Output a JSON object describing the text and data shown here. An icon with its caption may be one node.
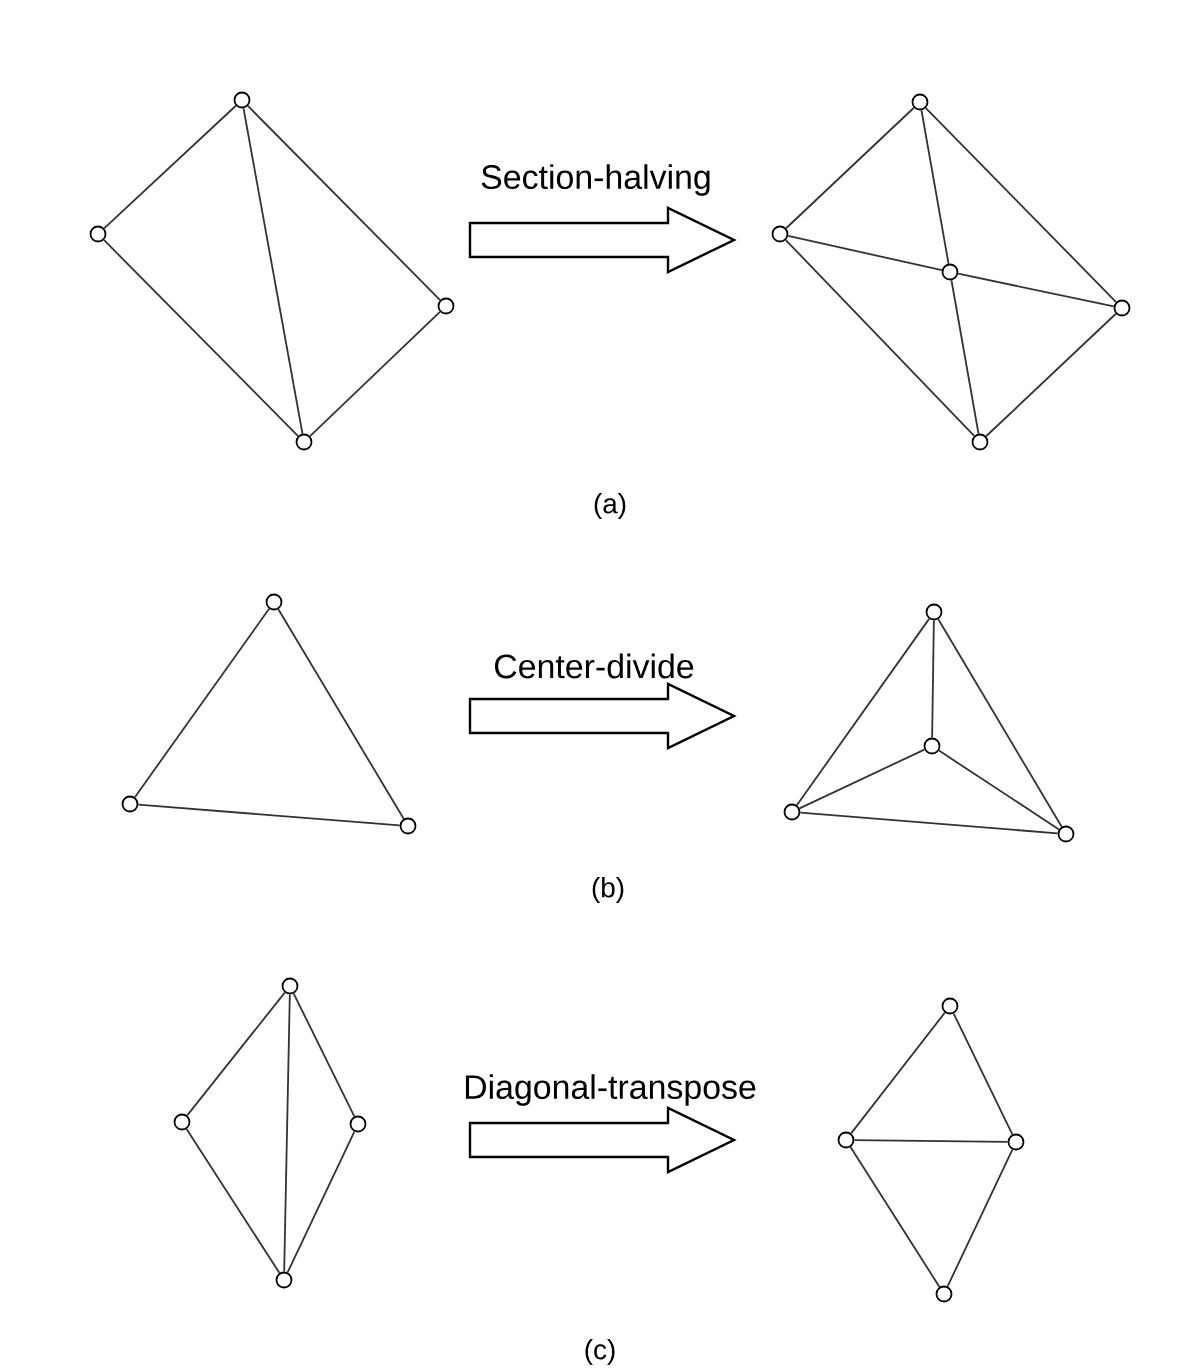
{
  "diagram": {
    "nodes": [
      {
        "text": [],
        "shape": "circle"
      },
      {
        "text": [],
        "shape": "circle"
      },
      {
        "text": [],
        "shape": "circle"
      },
      {
        "text": [],
        "shape": "circle"
      },
      {
        "text": [],
        "shape": "circle"
      },
      {
        "text": [],
        "shape": "circle"
      },
      {
        "text": [],
        "shape": "circle"
      },
      {
        "text": [],
        "shape": "circle"
      },
      {
        "text": [],
        "shape": "circle"
      },
      {
        "text": [],
        "shape": "circle"
      },
      {
        "text": [],
        "shape": "circle"
      },
      {
        "text": [],
        "shape": "circle"
      },
      {
        "text": [],
        "shape": "circle"
      },
      {
        "text": [],
        "shape": "circle"
      },
      {
        "text": [],
        "shape": "circle"
      },
      {
        "text": [],
        "shape": "circle"
      },
      {
        "text": [],
        "shape": "circle"
      },
      {
        "text": [],
        "shape": "circle"
      },
      {
        "text": [],
        "shape": "circle"
      },
      {
        "text": [],
        "shape": "circle"
      },
      {
        "text": [],
        "shape": "circle"
      },
      {
        "text": [],
        "shape": "circle"
      },
      {
        "text": [],
        "shape": "circle"
      },
      {
        "text": [],
        "shape": "circle"
      }
    ],
    "edges": [
      {
        "from": 0,
        "to": 1,
        "arrow": "none"
      },
      {
        "from": 0,
        "to": 2,
        "arrow": "none"
      },
      {
        "from": 0,
        "to": 3,
        "arrow": "none"
      },
      {
        "from": 1,
        "to": 3,
        "arrow": "none"
      },
      {
        "from": 2,
        "to": 3,
        "arrow": "none"
      },
      {
        "from": 4,
        "to": 5,
        "arrow": "none"
      },
      {
        "from": 4,
        "to": 7,
        "arrow": "none"
      },
      {
        "from": 4,
        "to": 6,
        "arrow": "none"
      },
      {
        "from": 5,
        "to": 6,
        "arrow": "none"
      },
      {
        "from": 5,
        "to": 8,
        "arrow": "none"
      },
      {
        "from": 6,
        "to": 7,
        "arrow": "none"
      },
      {
        "from": 6,
        "to": 8,
        "arrow": "none"
      },
      {
        "from": 7,
        "to": 8,
        "arrow": "none"
      },
      {
        "from": 9,
        "to": 10,
        "arrow": "none"
      },
      {
        "from": 9,
        "to": 11,
        "arrow": "none"
      },
      {
        "from": 10,
        "to": 11,
        "arrow": "none"
      },
      {
        "from": 12,
        "to": 13,
        "arrow": "none"
      },
      {
        "from": 12,
        "to": 14,
        "arrow": "none"
      },
      {
        "from": 12,
        "to": 15,
        "arrow": "none"
      },
      {
        "from": 13,
        "to": 14,
        "arrow": "none"
      },
      {
        "from": 13,
        "to": 15,
        "arrow": "none"
      },
      {
        "from": 14,
        "to": 15,
        "arrow": "none"
      },
      {
        "from": 16,
        "to": 17,
        "arrow": "none"
      },
      {
        "from": 16,
        "to": 18,
        "arrow": "none"
      },
      {
        "from": 16,
        "to": 19,
        "arrow": "none"
      },
      {
        "from": 17,
        "to": 19,
        "arrow": "none"
      },
      {
        "from": 18,
        "to": 19,
        "arrow": "none"
      },
      {
        "from": 20,
        "to": 21,
        "arrow": "none"
      },
      {
        "from": 20,
        "to": 22,
        "arrow": "none"
      },
      {
        "from": 21,
        "to": 22,
        "arrow": "none"
      },
      {
        "from": 21,
        "to": 23,
        "arrow": "none"
      },
      {
        "from": 22,
        "to": 23,
        "arrow": "none"
      }
    ],
    "labels": [
      "Section-halving",
      "(a)",
      "Center-divide",
      "(b)",
      "Diagonal-transpose",
      "(c)"
    ]
  }
}
